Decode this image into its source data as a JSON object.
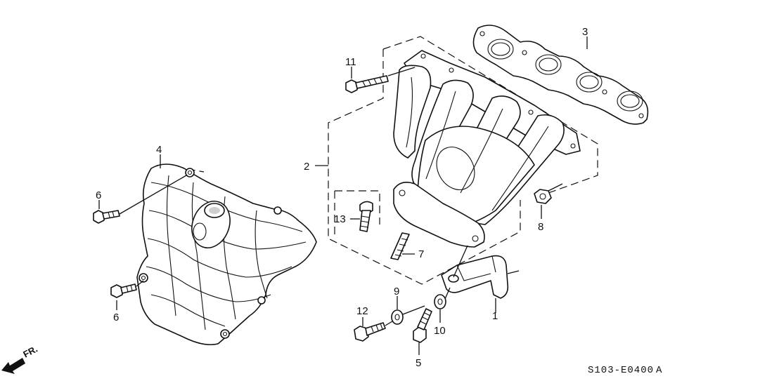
{
  "diagram": {
    "diagram_code": "S103-E0400",
    "diagram_revision": "A",
    "front_arrow_label": "FR.",
    "callouts": {
      "c1": "1",
      "c2": "2",
      "c3": "3",
      "c4": "4",
      "c5": "5",
      "c6a": "6",
      "c6b": "6",
      "c7": "7",
      "c8": "8",
      "c9": "9",
      "c10": "10",
      "c11": "11",
      "c12": "12",
      "c13": "13"
    }
  }
}
